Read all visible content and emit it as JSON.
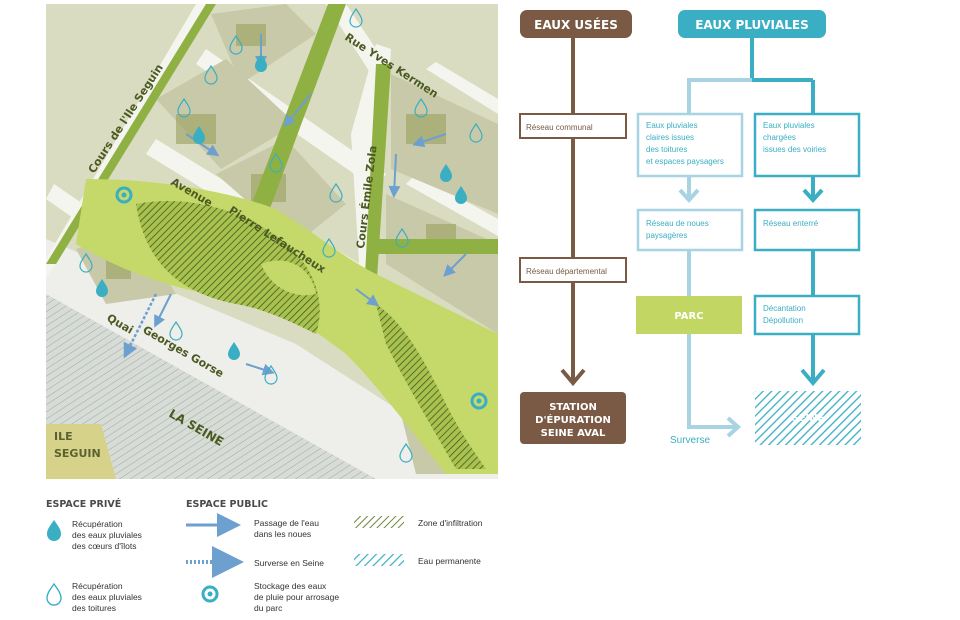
{
  "map": {
    "streets": {
      "rue_yves_kermen": "Rue Yves Kermen",
      "cours_ile_seguin": "Cours de l'Ile Seguin",
      "avenue": "Avenue",
      "pierre_lefaucheux": "Pierre Lefaucheux",
      "cours_emile_zola": "Cours Émile Zola",
      "quai": "Quai",
      "georges_gorse": "Georges Gorse"
    },
    "river": "LA SEINE",
    "island": [
      "ILE",
      "SEGUIN"
    ]
  },
  "diagram": {
    "eaux_usees": {
      "header": "EAUX USÉES",
      "reseau_communal": "Réseau communal",
      "reseau_departemental": "Réseau départemental",
      "station": [
        "STATION",
        "D'ÉPURATION",
        "SEINE AVAL"
      ]
    },
    "eaux_pluviales": {
      "header": "EAUX PLUVIALES",
      "claires": [
        "Eaux pluviales",
        "claires issues",
        "des toitures",
        "et espaces paysagers"
      ],
      "chargees": [
        "Eaux pluviales",
        "chargées",
        "issues des voiries"
      ],
      "noues": [
        "Réseau de noues",
        "paysagères"
      ],
      "enterre": "Réseau enterré",
      "parc": "PARC",
      "decantation": [
        "Décantation",
        "Dépollution"
      ],
      "surverse": "Surverse",
      "seine": "SEINE"
    },
    "colors": {
      "brown": "#7a5a44",
      "teal": "#3aaec3",
      "light_blue": "#a8d3e2",
      "green": "#c2d663"
    }
  },
  "legend": {
    "espace_prive": "ESPACE PRIVÉ",
    "espace_public": "ESPACE PUBLIC",
    "prive_items": [
      [
        "Récupération",
        "des eaux pluviales",
        "des cœurs d'îlots"
      ],
      [
        "Récupération",
        "des eaux pluviales",
        "des toitures"
      ]
    ],
    "public_items": [
      [
        "Passage de l'eau",
        "dans les noues"
      ],
      [
        "Surverse en Seine"
      ],
      [
        "Stockage des eaux",
        "de pluie pour arrosage",
        "du parc"
      ]
    ],
    "zone_infiltration": "Zone d'infiltration",
    "eau_permanente": "Eau permanente"
  }
}
